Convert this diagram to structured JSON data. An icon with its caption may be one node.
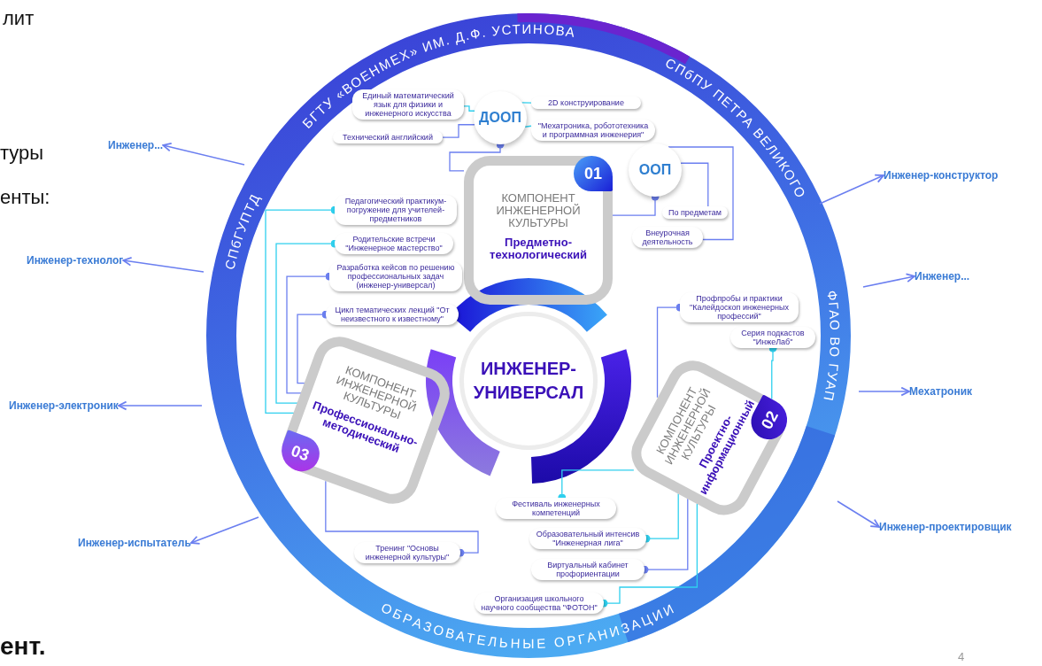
{
  "diagram": {
    "nodes": [
      {
        "text": [
          "ДООП"
        ]
      },
      {
        "text": [
          "Единый математический язык для физики и инженерного искусства"
        ]
      },
      {
        "text": [
          "2D конструирование"
        ]
      },
      {
        "text": [
          "Технический английский"
        ]
      },
      {
        "text": [
          "\"Мехатроника, робототехника и программная инженерия\""
        ]
      },
      {
        "text": [
          "01",
          "КОМПОНЕНТ ИНЖЕНЕРНОЙ КУЛЬТУРЫ",
          "Предметно-технологический"
        ]
      },
      {
        "text": [
          "ООП"
        ]
      },
      {
        "text": [
          "По предметам"
        ]
      },
      {
        "text": [
          "Внеурочная деятельность"
        ]
      },
      {
        "text": [
          "Педагогический практикум-погружение для учителей-предметников"
        ]
      },
      {
        "text": [
          "Родительские встречи \"Инженерное мастерство\""
        ]
      },
      {
        "text": [
          "Разработка кейсов по решению профессиональных задач (инженер-универсал)"
        ]
      },
      {
        "text": [
          "Цикл тематических лекций \"От неизвестного к известному\""
        ]
      },
      {
        "text": [
          "Профпробы и практики \"Калейдоскоп инженерных профессий\""
        ]
      },
      {
        "text": [
          "Серия подкастов \"ИнжеЛаб\""
        ]
      },
      {
        "text": [
          "ИНЖЕНЕР-УНИВЕРСАЛ"
        ]
      },
      {
        "text": [
          "03",
          "КОМПОНЕНТ ИНЖЕНЕРНОЙ КУЛЬТУРЫ",
          "Профессионально-методический"
        ]
      },
      {
        "text": [
          "02",
          "КОМПОНЕНТ ИНЖЕНЕРНОЙ КУЛЬТУРЫ",
          "Проектно-информационный"
        ]
      },
      {
        "text": [
          "Фестиваль инженерных компетенций"
        ]
      },
      {
        "text": [
          "Образовательный интенсив \"Инженерная лига\""
        ]
      },
      {
        "text": [
          "Тренинг \"Основы инженерной культуры\""
        ]
      },
      {
        "text": [
          "Виртуальный кабинет профориентации"
        ]
      },
      {
        "text": [
          "Организация школьного научного сообщества \"ФОТОН\""
        ]
      },
      {
        "text": [
          "Инженер..."
        ]
      },
      {
        "text": [
          "Инженер-конструктор"
        ]
      },
      {
        "text": [
          "Инженер-технолог"
        ]
      },
      {
        "text": [
          "Инженер..."
        ]
      },
      {
        "text": [
          "Мехатроник"
        ]
      },
      {
        "text": [
          "Инженер-электроник"
        ]
      },
      {
        "text": [
          "Инженер-проектировщик"
        ]
      },
      {
        "text": [
          "Инженер-испытатель"
        ]
      }
    ],
    "edges": [
      {
        "from": 0,
        "to": 1,
        "arrow": "none",
        "color": "#2fd0ee"
      },
      {
        "from": 0,
        "to": 2,
        "arrow": "none",
        "color": "#2fd0ee"
      },
      {
        "from": 0,
        "to": 3,
        "arrow": "none"
      },
      {
        "from": 0,
        "to": 4,
        "arrow": "none",
        "color": "#2fd0ee"
      },
      {
        "from": 5,
        "to": 0,
        "arrow": "other"
      },
      {
        "from": 5,
        "to": 6,
        "arrow": "other"
      },
      {
        "from": 6,
        "to": 7,
        "arrow": "none"
      },
      {
        "from": 6,
        "to": 8,
        "arrow": "none"
      },
      {
        "from": 16,
        "to": 9,
        "arrow": "other",
        "color": "#2fd0ee"
      },
      {
        "from": 16,
        "to": 10,
        "arrow": "other",
        "color": "#2fd0ee"
      },
      {
        "from": 16,
        "to": 11,
        "arrow": "other"
      },
      {
        "from": 16,
        "to": 12,
        "arrow": "other"
      },
      {
        "from": 17,
        "to": 13,
        "arrow": "other"
      },
      {
        "from": 17,
        "to": 14,
        "arrow": "other",
        "color": "#2fd0ee"
      },
      {
        "from": 17,
        "to": 18,
        "arrow": "other",
        "color": "#2fd0ee"
      },
      {
        "from": 17,
        "to": 19,
        "arrow": "other",
        "color": "#2fd0ee"
      },
      {
        "from": 16,
        "to": 20,
        "arrow": "other"
      },
      {
        "from": 17,
        "to": 21,
        "arrow": "other"
      },
      {
        "from": 17,
        "to": 22,
        "arrow": "other",
        "color": "#2fd0ee"
      },
      {
        "from": null,
        "to": 23,
        "arrow": "to"
      },
      {
        "from": null,
        "to": 24,
        "arrow": "to"
      },
      {
        "from": null,
        "to": 25,
        "arrow": "to"
      },
      {
        "from": null,
        "to": 26,
        "arrow": "to"
      },
      {
        "from": null,
        "to": 27,
        "arrow": "to"
      },
      {
        "from": null,
        "to": 28,
        "arrow": "to"
      },
      {
        "from": null,
        "to": 29,
        "arrow": "to"
      },
      {
        "from": null,
        "to": 30,
        "arrow": "to"
      }
    ],
    "labels": [
      "лит",
      "туры",
      "енты:",
      "БГТУ «ВОЕНМЕХ» ИМ. Д.Ф. УСТИНОВА",
      "СПбПУ ПЕТРА ВЕЛИКОГО",
      "СПбГУПТД",
      "ФГАО ВО ГУАП",
      "ОБРАЗОВАТЕЛЬНЫЕ ОРГАНИЗАЦИИ",
      "ент.",
      "4"
    ]
  }
}
